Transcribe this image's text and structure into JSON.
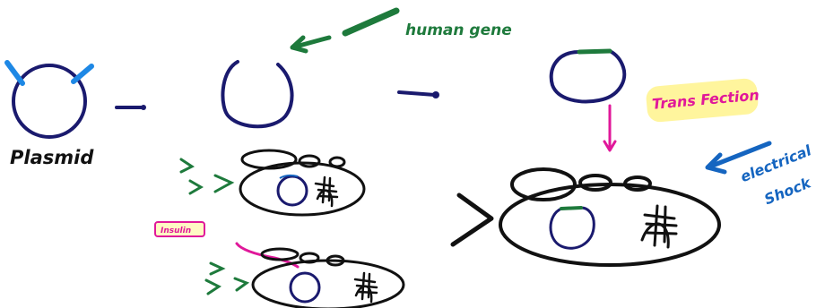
{
  "labels": {
    "plasmid": "Plasmid",
    "human_gene": "human gene",
    "transfection": "Trans Fection",
    "electrical_shock_line1": "electrical",
    "electrical_shock_line2": "Shock",
    "insulin": "Insulin"
  },
  "colors": {
    "ink_navy": "#1a1a6e",
    "ink_black": "#111111",
    "ink_green": "#1e7a3c",
    "ink_blue": "#1565c0",
    "ink_light_blue": "#1e88e5",
    "ink_magenta": "#e0189a",
    "highlight_yellow": "#fff59d"
  }
}
